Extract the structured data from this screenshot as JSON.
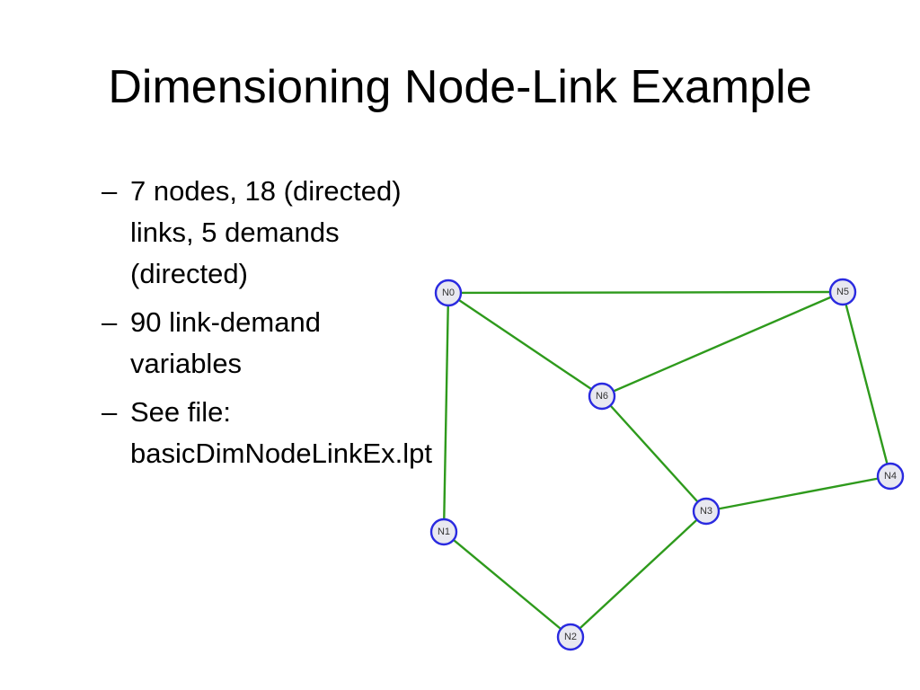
{
  "slide": {
    "title": "Dimensioning Node-Link Example",
    "bullets": [
      {
        "dash": "–",
        "text": "7 nodes, 18 (directed) links, 5 demands (directed)"
      },
      {
        "dash": "–",
        "text": "90 link-demand variables"
      },
      {
        "dash": "–",
        "text": "See file: basicDimNodeLinkEx.lpt"
      }
    ]
  },
  "network": {
    "nodes": [
      "N0",
      "N1",
      "N2",
      "N3",
      "N4",
      "N5",
      "N6"
    ],
    "links": [
      [
        "N0",
        "N5"
      ],
      [
        "N0",
        "N6"
      ],
      [
        "N0",
        "N1"
      ],
      [
        "N5",
        "N6"
      ],
      [
        "N5",
        "N4"
      ],
      [
        "N6",
        "N3"
      ],
      [
        "N4",
        "N3"
      ],
      [
        "N3",
        "N2"
      ],
      [
        "N1",
        "N2"
      ]
    ],
    "colors": {
      "edge": "#2e9a1c",
      "node_stroke": "#2a2ae0",
      "node_fill": "#e8e8f0"
    }
  }
}
